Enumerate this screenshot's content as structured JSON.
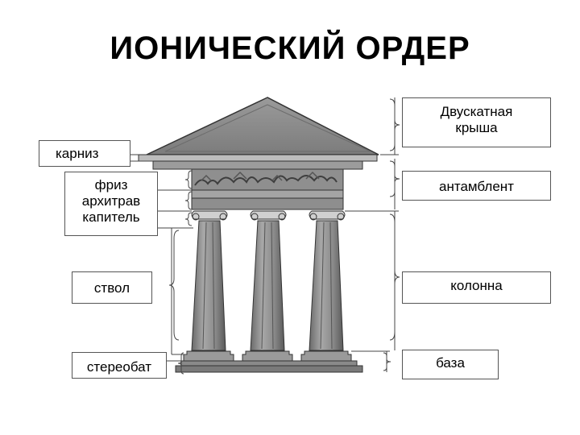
{
  "title": "ИОНИЧЕСКИЙ ОРДЕР",
  "labels": {
    "roof": [
      "Двускатная",
      "крыша"
    ],
    "cornice": "карниз",
    "frieze": "фриз",
    "architrave": "архитрав",
    "capital": "капитель",
    "entablature": "антамблент",
    "shaft": "ствол",
    "column": "колонна",
    "stereobate": "стереобат",
    "base": "база"
  },
  "colors": {
    "stone": "#8c8c8c",
    "stone_dark": "#5e5e5e",
    "stone_light": "#b4b4b4",
    "outline": "#333333",
    "guide": "#444444"
  }
}
